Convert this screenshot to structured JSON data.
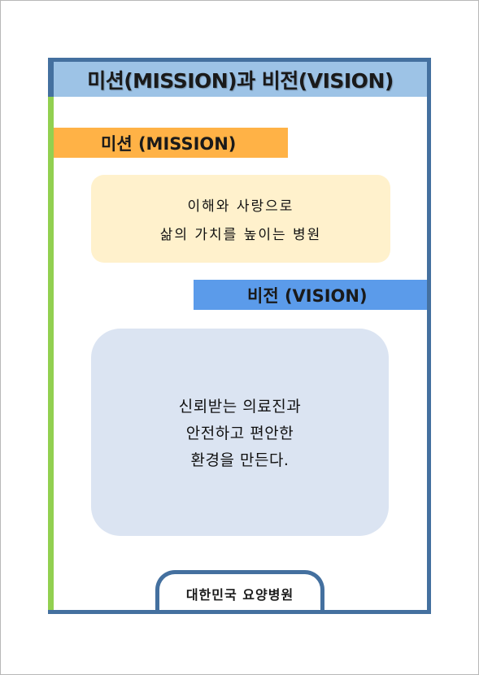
{
  "document": {
    "title": "미션(MISSION)과 비전(VISION)",
    "mission": {
      "heading": "미션  (MISSION)",
      "lines": [
        "이해와 사랑으로",
        "삶의 가치를 높이는 병원"
      ]
    },
    "vision": {
      "heading": "비전  (VISION)",
      "lines": [
        "신뢰받는 의료진과",
        "안전하고 편안한",
        "환경을 만든다."
      ]
    },
    "footer": "대한민국 요양병원"
  },
  "colors": {
    "frame": "#44709f",
    "left_accent": "#92d050",
    "title_banner": "#9dc3e6",
    "mission_tab": "#ffb246",
    "mission_box": "#fff1cc",
    "vision_tab": "#5b9bea",
    "vision_box": "#dbe4f2"
  }
}
